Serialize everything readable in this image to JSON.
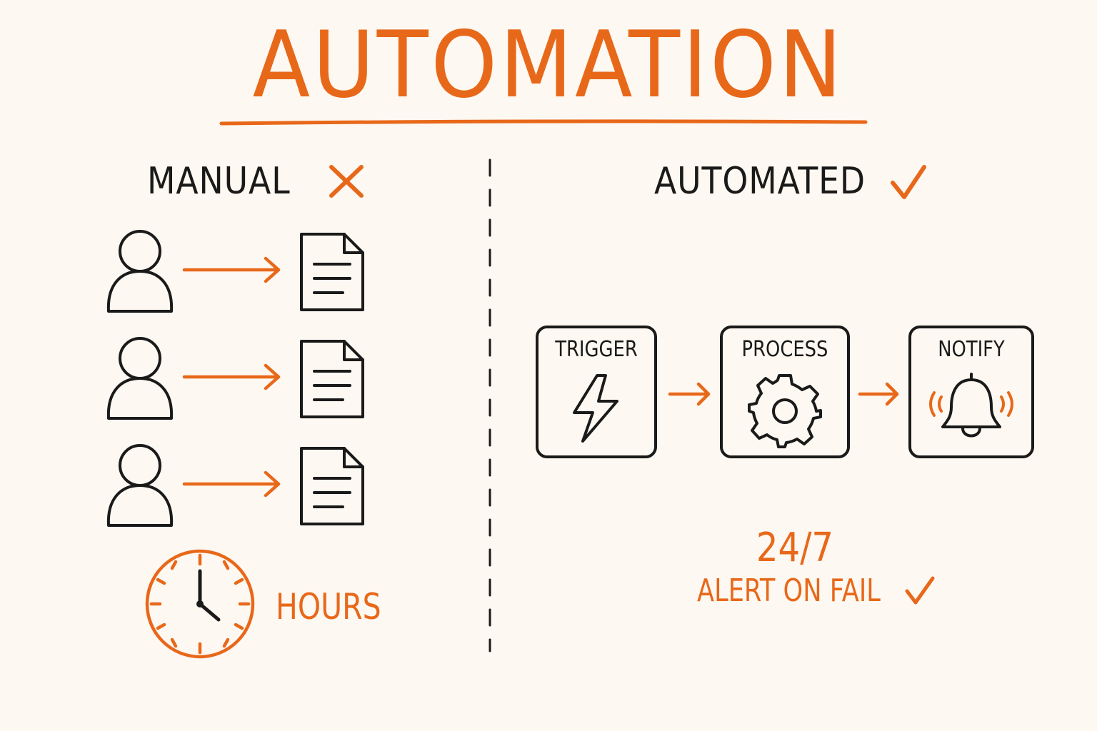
{
  "title": "AUTOMATION",
  "manual": {
    "heading": "MANUAL",
    "mark_icon": "x-mark-icon",
    "rows": [
      {
        "person_icon": "person-icon",
        "document_icon": "document-icon"
      },
      {
        "person_icon": "person-icon",
        "document_icon": "document-icon"
      },
      {
        "person_icon": "person-icon",
        "document_icon": "document-icon"
      }
    ],
    "time_label": "HOURS",
    "time_icon": "clock-icon"
  },
  "automated": {
    "heading": "AUTOMATED",
    "mark_icon": "checkmark-icon",
    "steps": [
      {
        "label": "TRIGGER",
        "icon": "lightning-bolt-icon"
      },
      {
        "label": "PROCESS",
        "icon": "gear-icon"
      },
      {
        "label": "NOTIFY",
        "icon": "bell-icon"
      }
    ],
    "uptime_label": "24/7",
    "alert_label": "ALERT ON FAIL"
  },
  "colors": {
    "accent": "#e8681a",
    "ink": "#1a1a1a",
    "background": "#fdf8f1"
  }
}
